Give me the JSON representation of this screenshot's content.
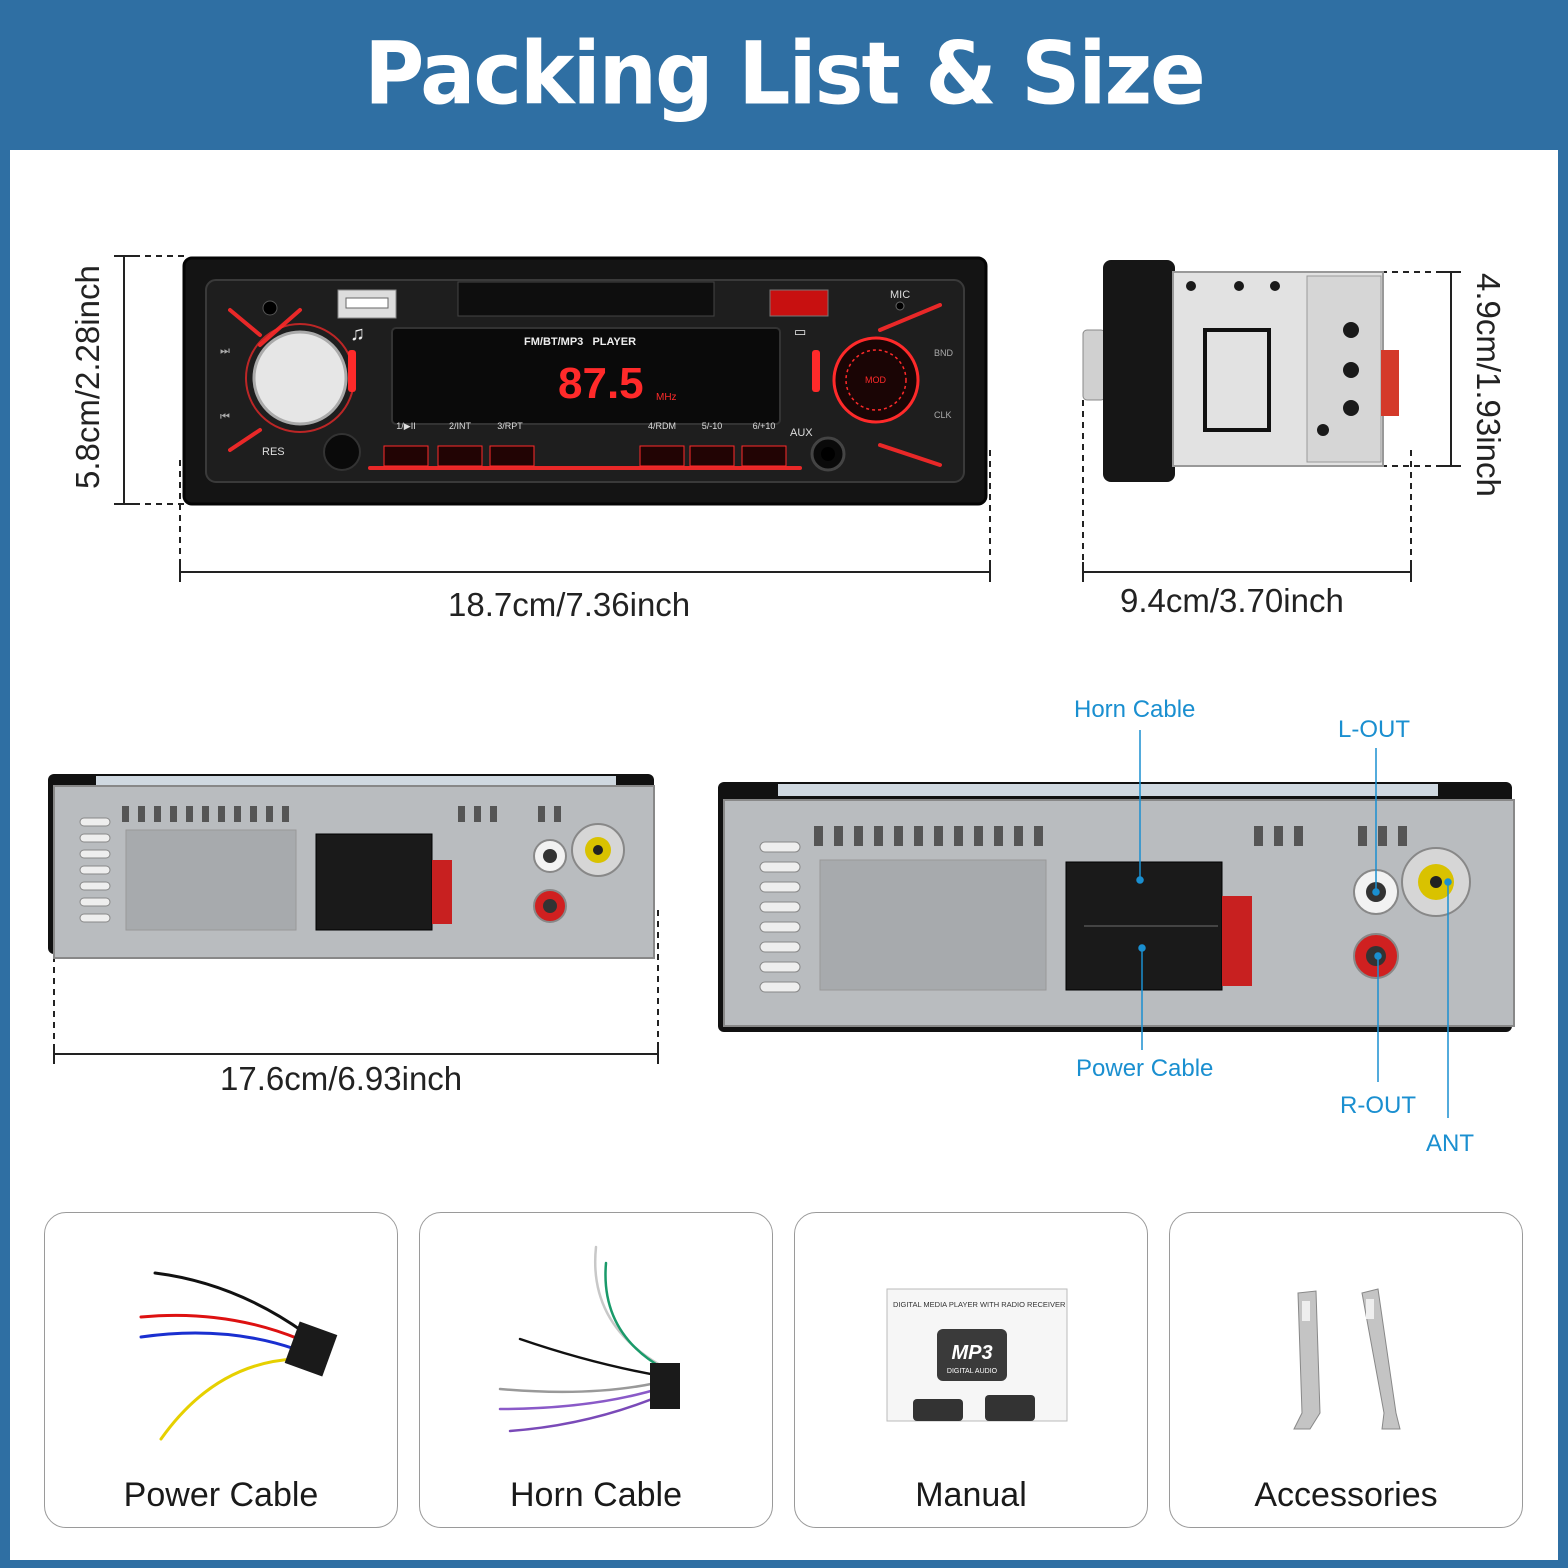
{
  "header": {
    "title": "Packing List & Size"
  },
  "radio": {
    "display_title": "FM/BT/MP3   PLAYER",
    "frequency": "87.5",
    "unit": "MHz",
    "buttons": [
      "1/▶II",
      "2/INT",
      "3/RPT",
      "4/RDM",
      "5/-10",
      "6/+10"
    ],
    "labels": {
      "res": "RES",
      "mic": "MIC",
      "aux": "AUX",
      "bnd": "BND",
      "clk": "CLK",
      "mod": "MOD"
    }
  },
  "dimensions": {
    "front_height": "5.8cm/2.28inch",
    "front_width": "18.7cm/7.36inch",
    "side_depth": "9.4cm/3.70inch",
    "side_height": "4.9cm/1.93inch",
    "back_width": "17.6cm/6.93inch"
  },
  "callouts": {
    "horn_cable": "Horn Cable",
    "power_cable": "Power Cable",
    "l_out": "L-OUT",
    "r_out": "R-OUT",
    "ant": "ANT"
  },
  "manual": {
    "header": "DIGITAL MEDIA PLAYER WITH RADIO RECEIVER",
    "logo": "MP3",
    "logo_sub": "DIGITAL AUDIO"
  },
  "packing_list": [
    {
      "label": "Power Cable"
    },
    {
      "label": "Horn Cable"
    },
    {
      "label": "Manual"
    },
    {
      "label": "Accessories"
    }
  ],
  "colors": {
    "brand_blue": "#2f6fa3",
    "callout_blue": "#1a8fd0",
    "display_red": "#ff2a2a"
  }
}
